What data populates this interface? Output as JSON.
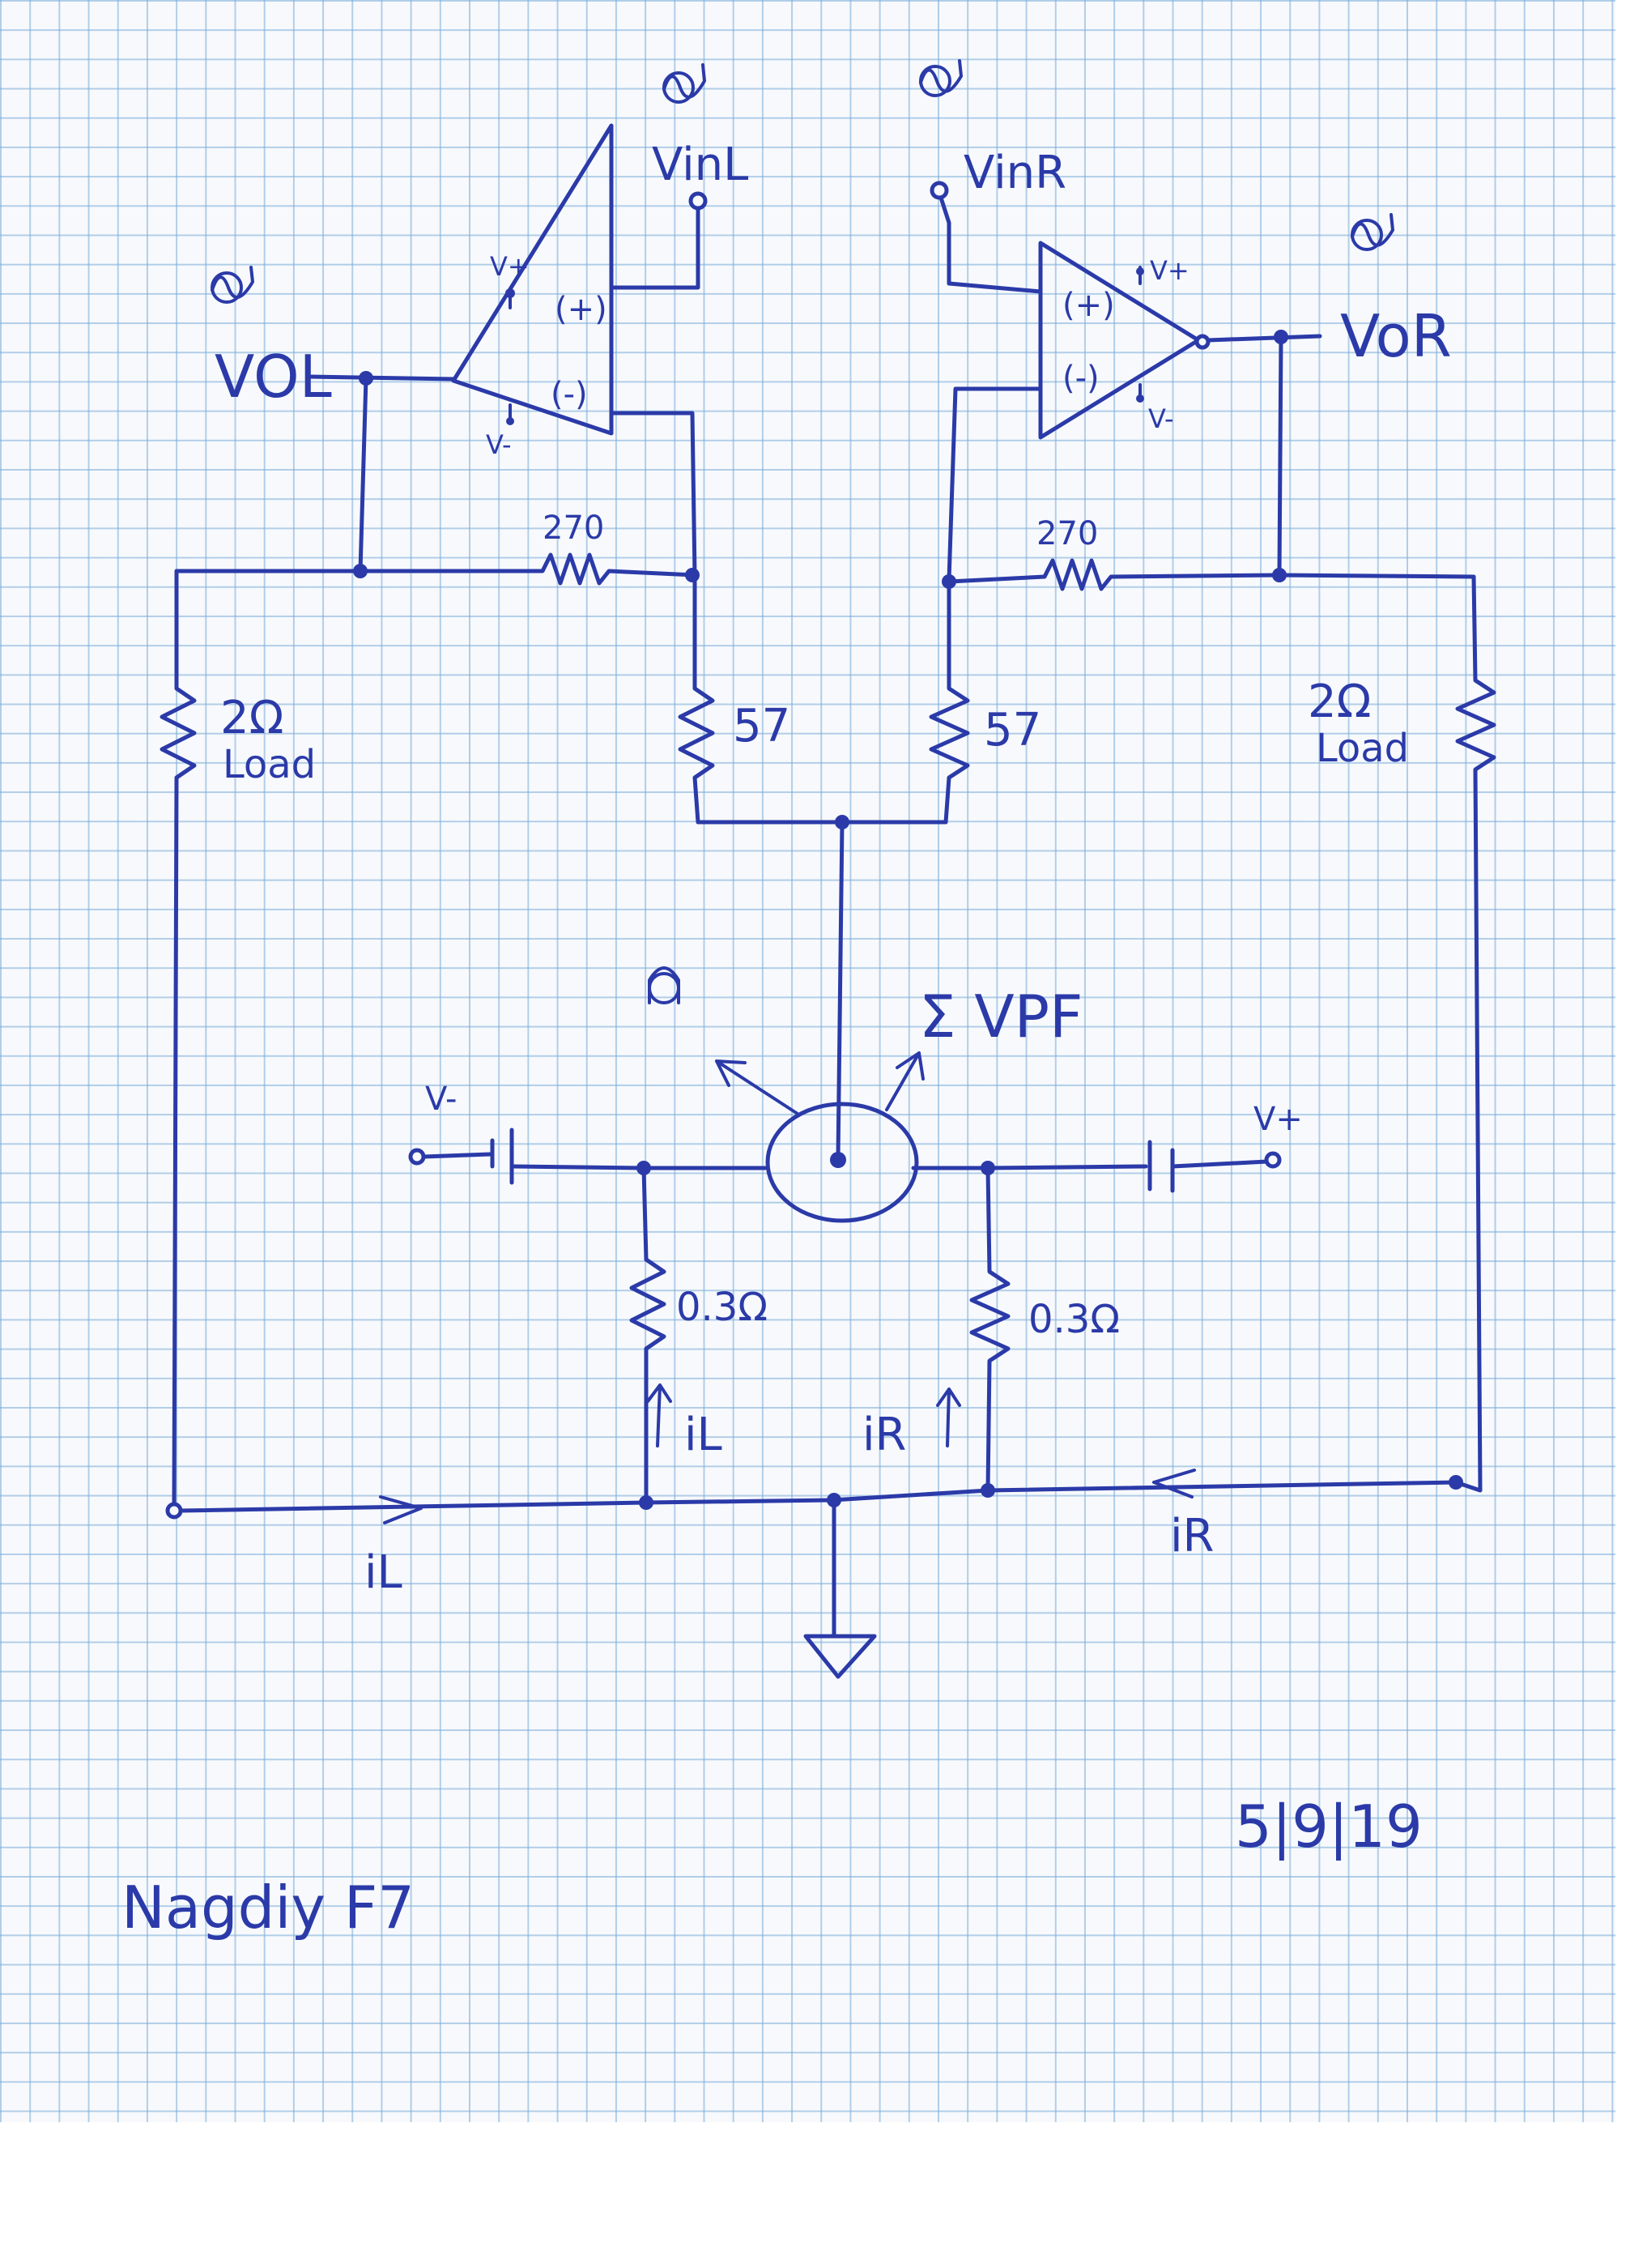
{
  "labels": {
    "vin_left": "VinL",
    "vin_right": "VinR",
    "vo_left": "VOL",
    "vo_right": "VoR",
    "opamp_left_vplus": "V+",
    "opamp_left_vminus": "V-",
    "opamp_left_plus": "(+)",
    "opamp_left_minus": "(-)",
    "opamp_right_vplus": "V+",
    "opamp_right_vminus": "V-",
    "opamp_right_plus": "(+)",
    "opamp_right_minus": "(-)",
    "feedback_left": "270",
    "feedback_right": "270",
    "load_left_value": "2Ω",
    "load_left_word": "Load",
    "load_right_value": "2Ω",
    "load_right_word": "Load",
    "res_left_57": "57",
    "res_right_57": "57",
    "sum_label": "Σ VPF",
    "supply_left": "V-",
    "supply_right": "V+",
    "sense_left": "0.3Ω",
    "sense_right": "0.3Ω",
    "current_il_up": "iL",
    "current_ir_up": "iR",
    "current_il_bottom": "iL",
    "current_ir_bottom": "iR",
    "title": "Nagdiy F7",
    "date": "5|9|19"
  },
  "colors": {
    "ink": "#2b3aa8",
    "grid": "#78aad7",
    "paper": "#f7f9fc"
  }
}
